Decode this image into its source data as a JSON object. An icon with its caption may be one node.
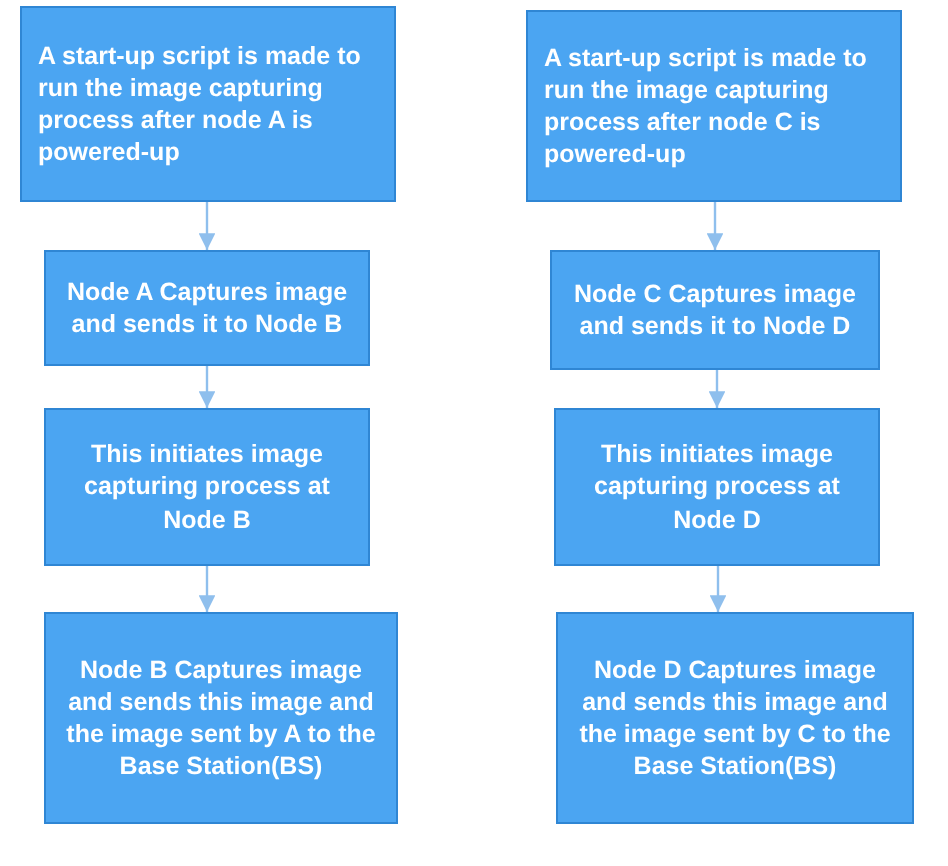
{
  "diagram": {
    "nodes": [
      {
        "text": [
          "A start-up script is made to run the image capturing process after node A is powered-up"
        ]
      },
      {
        "text": [
          "Node A Captures image and sends it to Node B"
        ]
      },
      {
        "text": [
          "This initiates image capturing process at Node B"
        ]
      },
      {
        "text": [
          "Node B Captures image and sends this image and the image sent by A to the Base Station(BS)"
        ]
      },
      {
        "text": [
          "A start-up script is made to run the image capturing process after node C is powered-up"
        ]
      },
      {
        "text": [
          "Node C Captures image and sends it to Node D"
        ]
      },
      {
        "text": [
          "This initiates image capturing process at Node D"
        ]
      },
      {
        "text": [
          "Node D Captures image and sends this image and the image sent by C to the Base Station(BS)"
        ]
      }
    ],
    "edges": [
      {
        "from": 0,
        "to": 1,
        "arrow": "to"
      },
      {
        "from": 1,
        "to": 2,
        "arrow": "to"
      },
      {
        "from": 2,
        "to": 3,
        "arrow": "to"
      },
      {
        "from": 4,
        "to": 5,
        "arrow": "to"
      },
      {
        "from": 5,
        "to": 6,
        "arrow": "to"
      },
      {
        "from": 6,
        "to": 7,
        "arrow": "to"
      }
    ]
  }
}
